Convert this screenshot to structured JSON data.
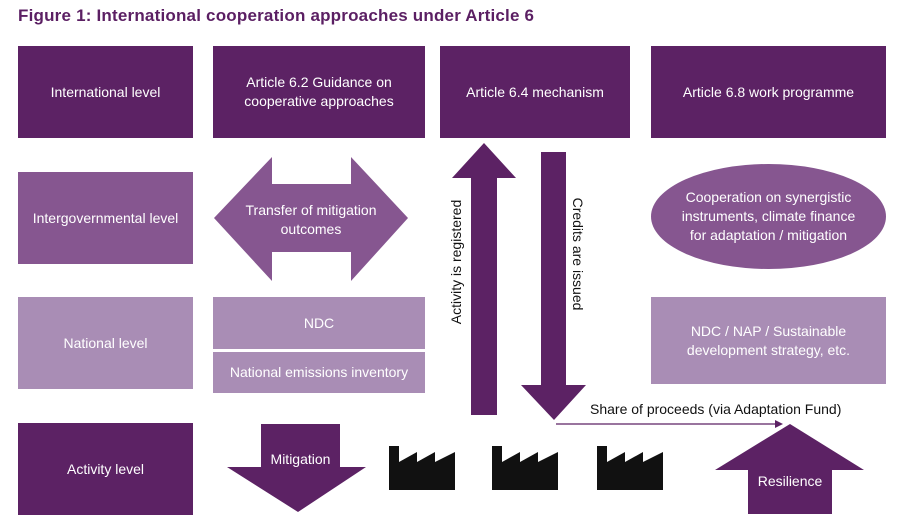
{
  "title": "Figure 1: International cooperation approaches under Article 6",
  "levels": {
    "international": "International level",
    "intergovernmental": "Intergovernmental level",
    "national": "National level",
    "activity": "Activity level"
  },
  "columns": {
    "article_6_2": "Article 6.2 Guidance on cooperative approaches",
    "article_6_4": "Article 6.4 mechanism",
    "article_6_8": "Article 6.8 work programme"
  },
  "article_6_2": {
    "transfer": "Transfer of mitigation outcomes",
    "ndc": "NDC",
    "inventory": "National emissions inventory",
    "mitigation": "Mitigation"
  },
  "article_6_4": {
    "registered": "Activity is registered",
    "issued": "Credits are issued",
    "share_of_proceeds": "Share of proceeds (via Adaptation Fund)"
  },
  "article_6_8": {
    "cooperation": "Cooperation on synergistic instruments, climate finance for adaptation / mitigation",
    "ndc_nap": "NDC / NAP / Sustainable development strategy, etc.",
    "resilience": "Resilience"
  },
  "icons": [
    "factory-icon",
    "factory-icon",
    "factory-icon"
  ],
  "colors": {
    "dark": "#5c2264",
    "mid": "#865690",
    "light": "#a98db5",
    "title": "#5b1f63"
  }
}
